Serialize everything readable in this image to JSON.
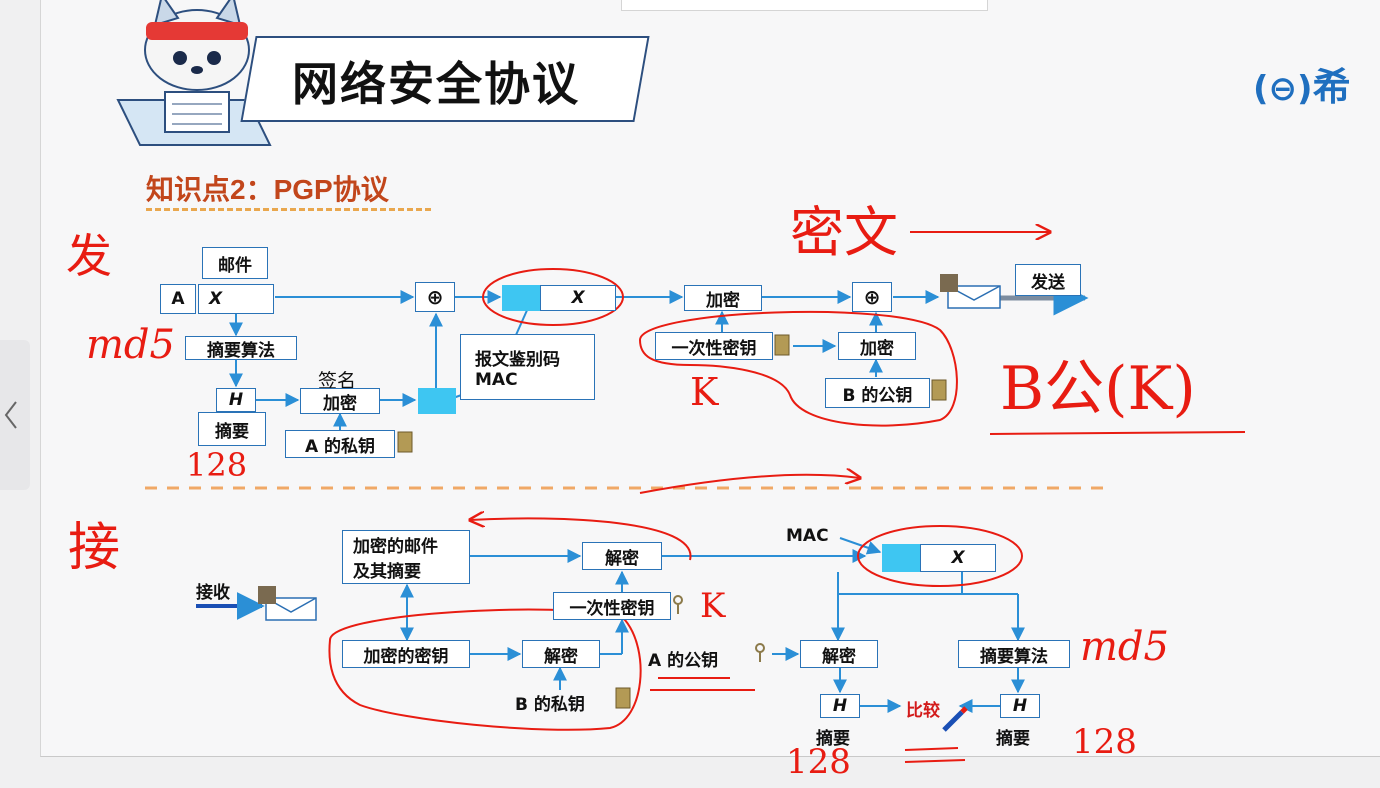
{
  "title": "网络安全协议",
  "subtitle": "知识点2：PGP协议",
  "logo": "希",
  "send": {
    "mail_label": "邮件",
    "A": "A",
    "X": "X",
    "digest_algo": "摘要算法",
    "H": "H",
    "digest": "摘要",
    "sign_label": "签名",
    "encrypt": "加密",
    "a_private_key": "A 的私钥",
    "mac": "报文鉴别码\nMAC",
    "X2": "X",
    "encrypt2": "加密",
    "one_time_key": "一次性密钥",
    "encrypt3": "加密",
    "b_public_key": "B 的公钥",
    "send": "发送",
    "xor1": "⊕",
    "xor2": "⊕"
  },
  "receive": {
    "receive": "接收",
    "enc_mail_digest": "加密的邮件\n及其摘要",
    "decrypt1": "解密",
    "one_time_key": "一次性密钥",
    "enc_key": "加密的密钥",
    "decrypt2": "解密",
    "b_private_key": "B 的私钥",
    "mac": "MAC",
    "X": "X",
    "a_public_key": "A 的公钥",
    "decrypt3": "解密",
    "digest_algo": "摘要算法",
    "H1": "H",
    "H2": "H",
    "compare": "比较",
    "digest1": "摘要",
    "digest2": "摘要"
  },
  "annotations": {
    "fa": "发",
    "md5_1": "md5",
    "n128_1": "128",
    "mi": "密文",
    "k1": "K",
    "bpub": "B公(K)",
    "jie": "接",
    "k2": "K",
    "md5_2": "md5",
    "n128_2": "128",
    "n128_3": "128",
    "eq": "="
  }
}
